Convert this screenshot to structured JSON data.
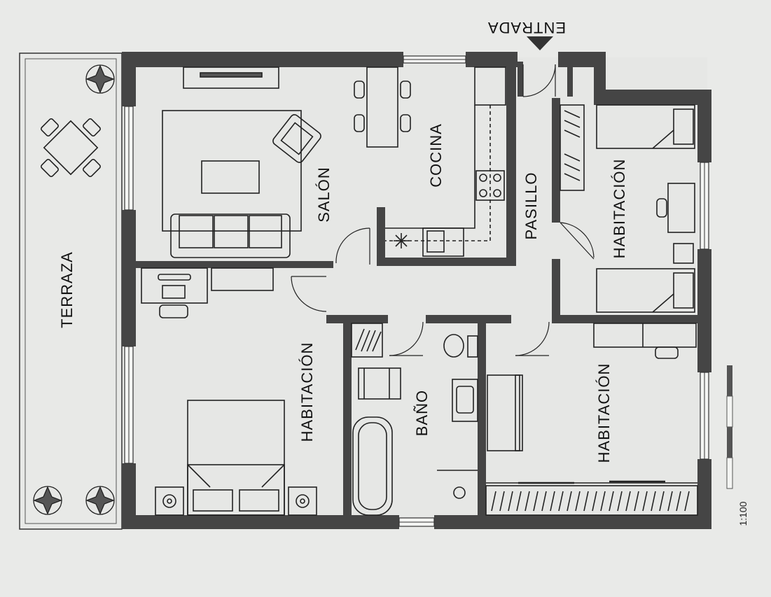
{
  "labels": {
    "entrada": "ENTRADA",
    "terraza": "TERRAZA",
    "salon": "SALÓN",
    "cocina": "COCINA",
    "pasillo": "PASILLO",
    "habitacion_ne": "HABITACIÓN",
    "habitacion_w": "HABITACIÓN",
    "habitacion_se": "HABITACIÓN",
    "bano": "BAÑO",
    "scale": "1:100"
  },
  "colors": {
    "paper": "#e9eae8",
    "floor": "#e6e7e5",
    "wall": "#454545",
    "line": "#222222"
  }
}
